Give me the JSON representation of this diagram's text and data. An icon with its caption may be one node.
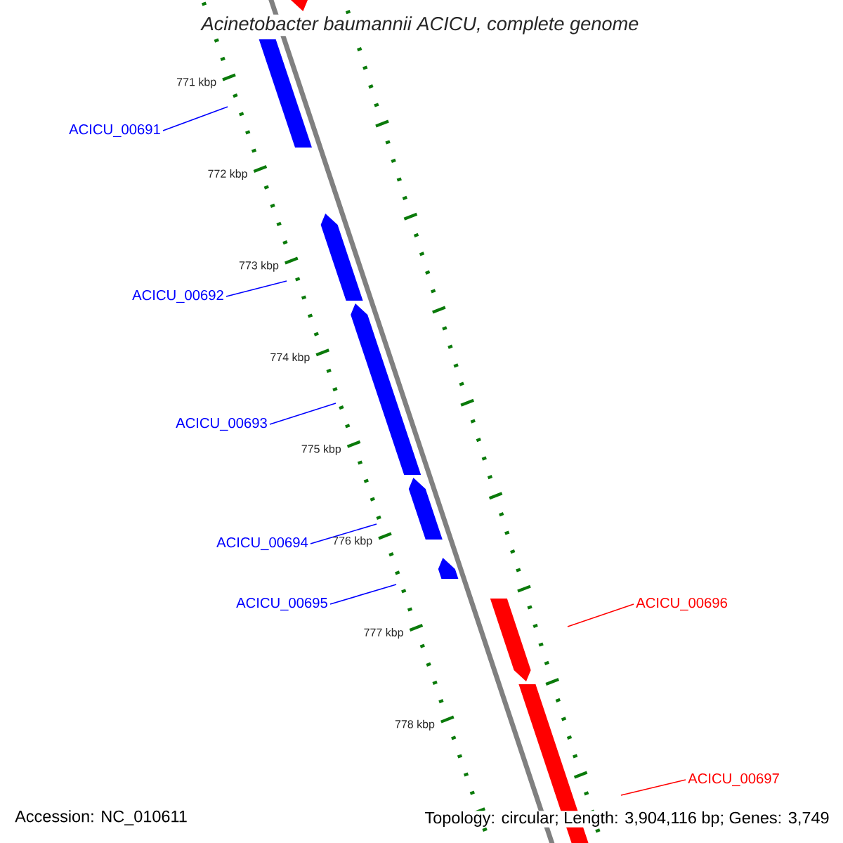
{
  "diagram": {
    "title": "Acinetobacter baumannii ACICU, complete genome",
    "nodes": [
      {
        "text": [
          "ACICU_00691"
        ]
      },
      {
        "text": [
          "ACICU_00692"
        ]
      },
      {
        "text": [
          "ACICU_00693"
        ]
      },
      {
        "text": [
          "ACICU_00694"
        ]
      },
      {
        "text": [
          "ACICU_00695"
        ]
      },
      {
        "text": [
          "ACICU_00696"
        ]
      },
      {
        "text": [
          "ACICU_00697"
        ]
      }
    ],
    "edges": [
      {
        "from": 0,
        "to": null,
        "arrow": "none",
        "color": "#0000ff"
      },
      {
        "from": 1,
        "to": null,
        "arrow": "none",
        "color": "#0000ff"
      },
      {
        "from": 2,
        "to": null,
        "arrow": "none",
        "color": "#0000ff"
      },
      {
        "from": 3,
        "to": null,
        "arrow": "none",
        "color": "#0000ff"
      },
      {
        "from": 4,
        "to": null,
        "arrow": "none",
        "color": "#0000ff"
      },
      {
        "from": 5,
        "to": null,
        "arrow": "none",
        "color": "#ff0000"
      },
      {
        "from": 6,
        "to": null,
        "arrow": "none",
        "color": "#ff0000"
      }
    ],
    "labels": [
      "771 kbp",
      "772 kbp",
      "773 kbp",
      "774 kbp",
      "775 kbp",
      "776 kbp",
      "777 kbp",
      "778 kbp",
      "Accession: NC_010611",
      "Topology: circular; Length: 3,904,116 bp; Genes: 3,749"
    ]
  }
}
